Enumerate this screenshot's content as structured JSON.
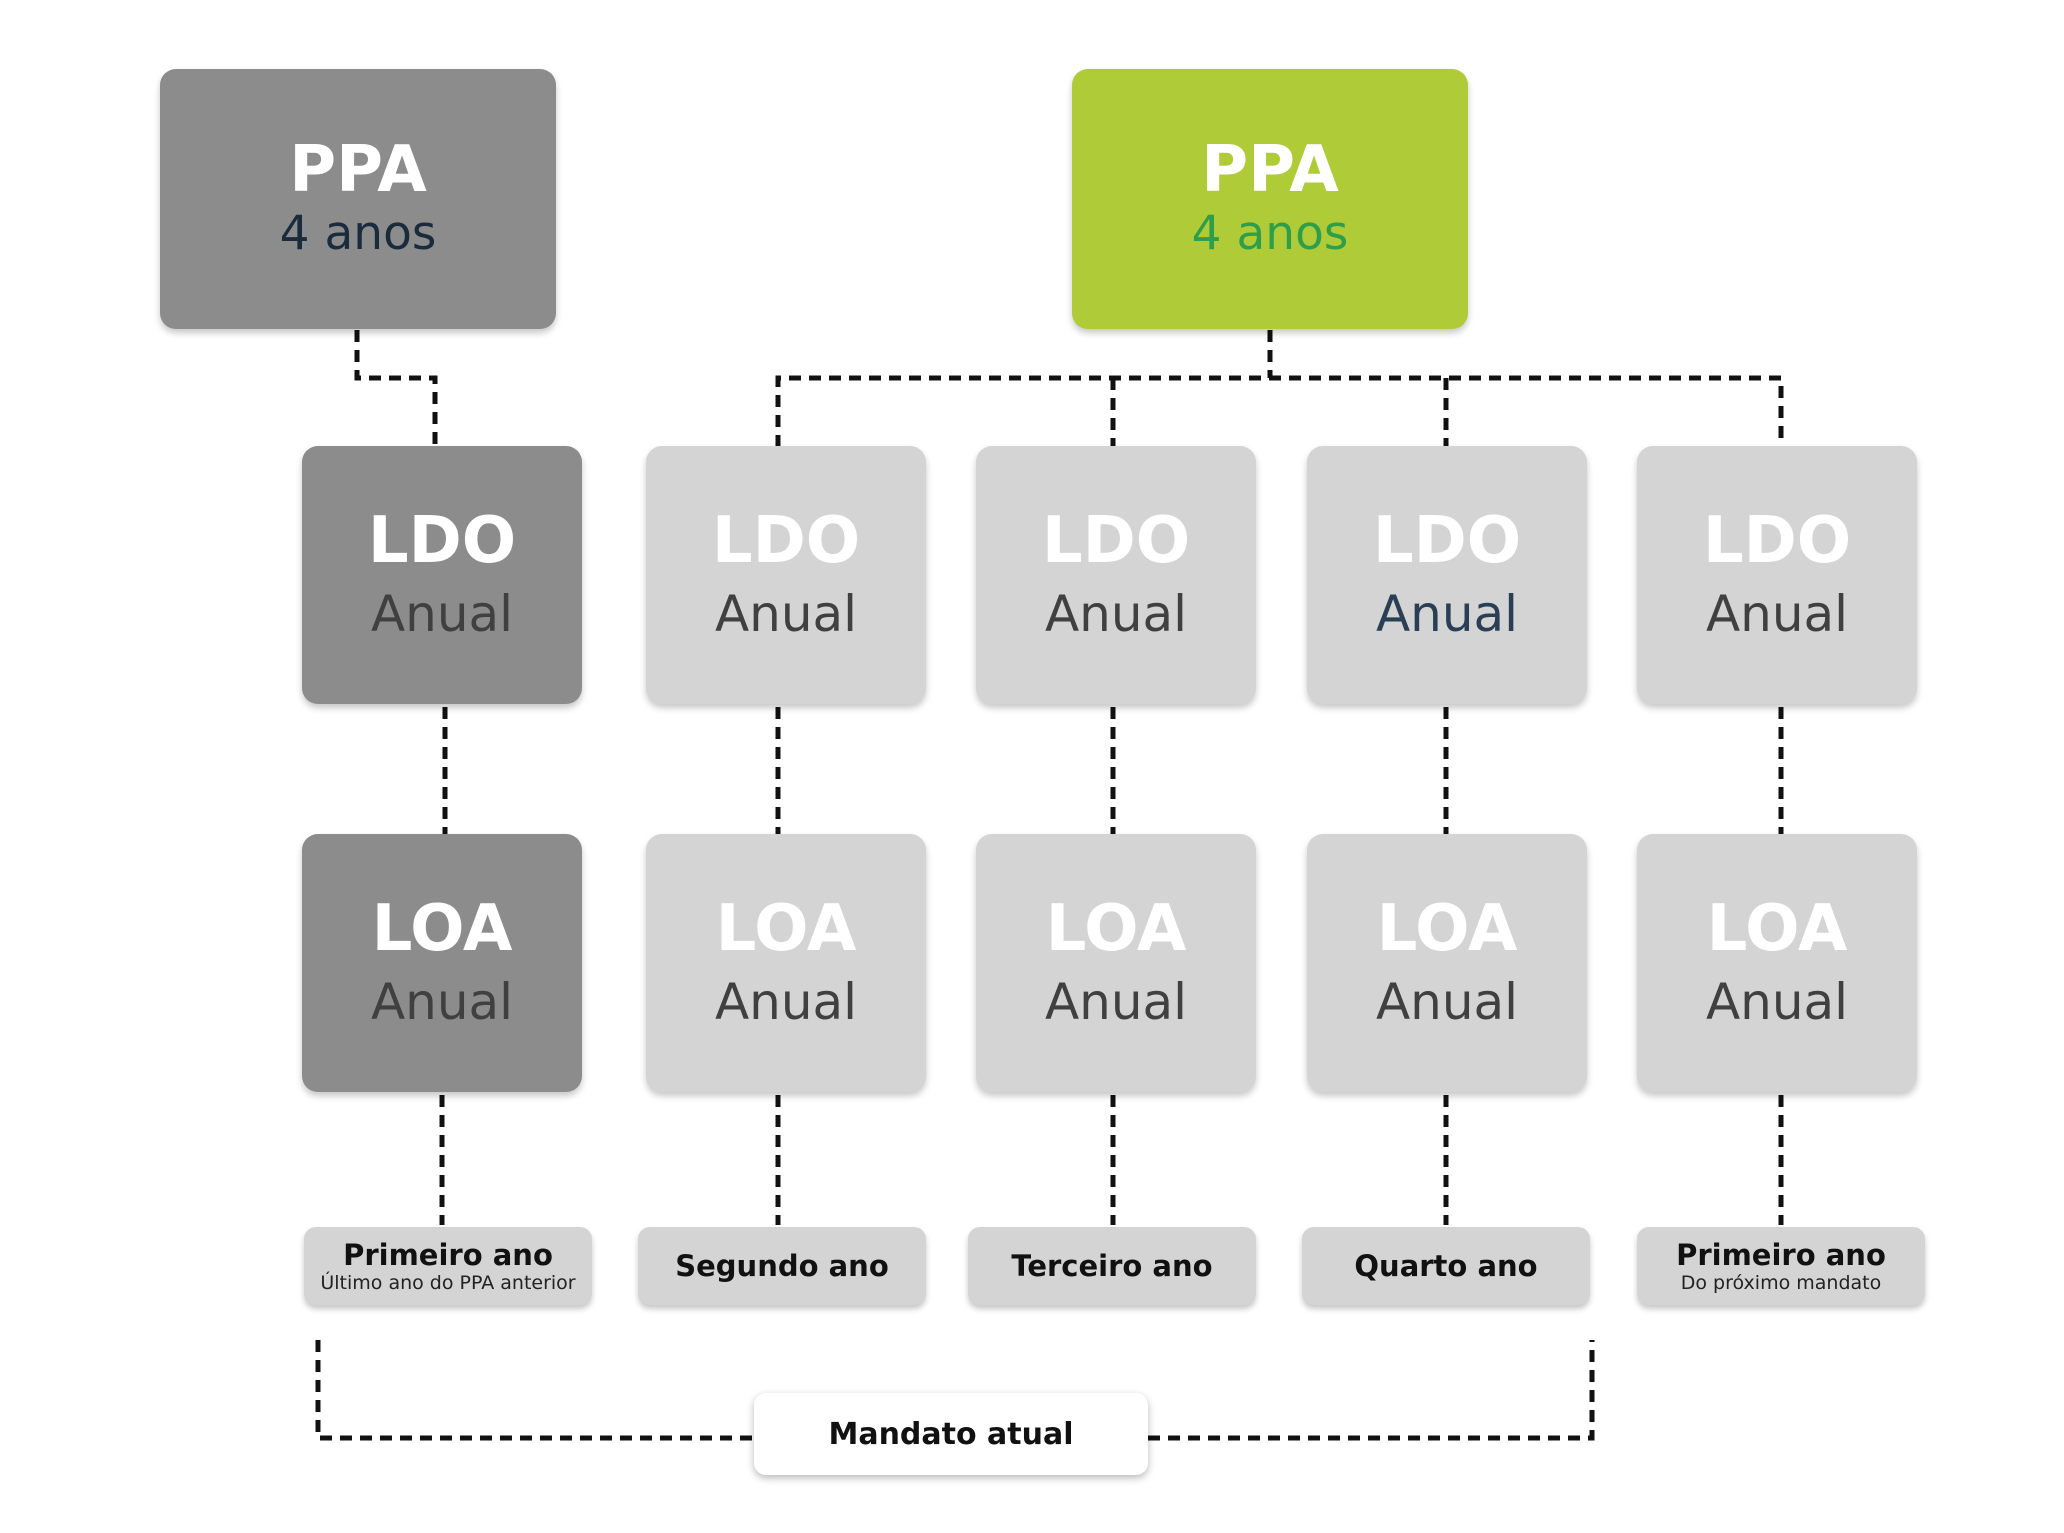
{
  "ppa_previous": {
    "title": "PPA",
    "subtitle": "4 anos",
    "subtitle_color": "#1a2b3c",
    "fill": "#8c8c8c"
  },
  "ppa_current": {
    "title": "PPA",
    "subtitle": "4 anos",
    "subtitle_color": "#2e9e4a",
    "fill": "#afcb37"
  },
  "columns": [
    {
      "ldo": {
        "title": "LDO",
        "subtitle": "Anual"
      },
      "loa": {
        "title": "LOA",
        "subtitle": "Anual"
      },
      "year": {
        "title": "Primeiro ano",
        "subtitle": "Último ano do PPA anterior"
      }
    },
    {
      "ldo": {
        "title": "LDO",
        "subtitle": "Anual"
      },
      "loa": {
        "title": "LOA",
        "subtitle": "Anual"
      },
      "year": {
        "title": "Segundo ano"
      }
    },
    {
      "ldo": {
        "title": "LDO",
        "subtitle": "Anual"
      },
      "loa": {
        "title": "LOA",
        "subtitle": "Anual"
      },
      "year": {
        "title": "Terceiro ano"
      }
    },
    {
      "ldo": {
        "title": "LDO",
        "subtitle": "Anual",
        "subtitle_color": "#2a3f55"
      },
      "loa": {
        "title": "LOA",
        "subtitle": "Anual"
      },
      "year": {
        "title": "Quarto ano"
      }
    },
    {
      "ldo": {
        "title": "LDO",
        "subtitle": "Anual"
      },
      "loa": {
        "title": "LOA",
        "subtitle": "Anual"
      },
      "year": {
        "title": "Primeiro ano",
        "subtitle": "Do próximo mandato"
      }
    }
  ],
  "mandate": {
    "label": "Mandato atual"
  },
  "colors": {
    "dark_box": "#8c8c8c",
    "light_box": "#d4d4d4",
    "green_box": "#afcb37",
    "connector": "#111111"
  }
}
